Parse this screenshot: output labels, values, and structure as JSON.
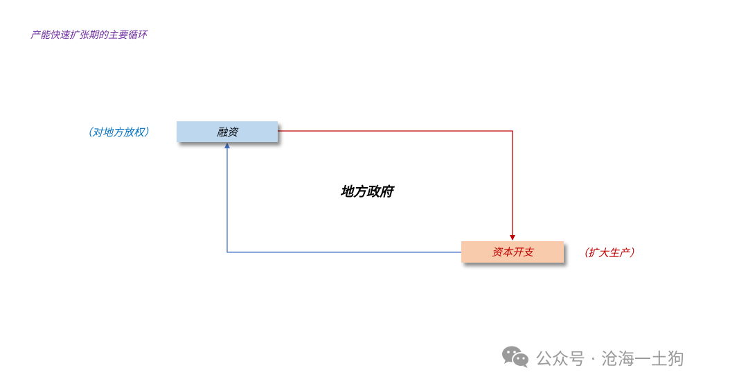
{
  "title": "产能快速扩张期的主要循环",
  "nodes": {
    "finance": "融资",
    "capex": "资本开支"
  },
  "notes": {
    "finance_note": "（对地方放权）",
    "capex_note": "（扩大生产）"
  },
  "center_label": "地方政府",
  "edges": [
    {
      "from": "融资",
      "to": "资本开支",
      "color": "#c00000"
    },
    {
      "from": "资本开支",
      "to": "融资",
      "color": "#4472c4"
    }
  ],
  "watermark": {
    "text": "公众号 · 沧海一土狗",
    "icon": "wechat-icon"
  },
  "colors": {
    "title": "#7030a0",
    "finance_box": "#bdd7ee",
    "capex_box": "#f8cbad",
    "red": "#c00000",
    "blue": "#4472c4"
  }
}
